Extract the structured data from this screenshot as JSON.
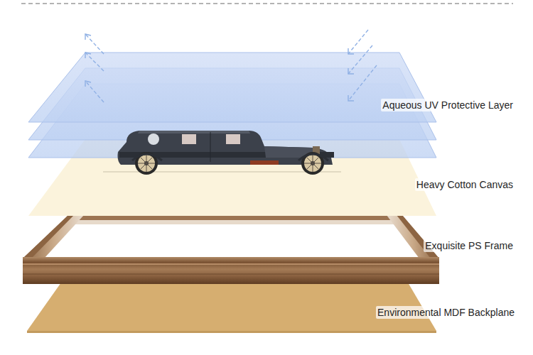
{
  "diagram": {
    "labels": [
      "Aqueous UV Protective Layer",
      "Heavy Cotton Canvas",
      "Exquisite PS Frame",
      "Environmental MDF Backplane"
    ]
  }
}
